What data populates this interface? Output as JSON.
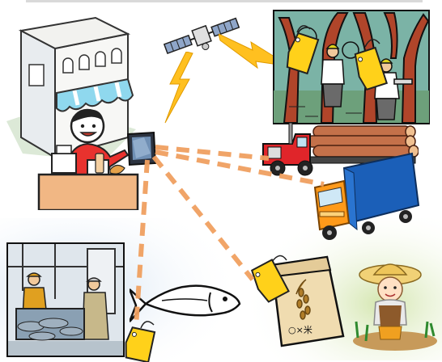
{
  "diagram": {
    "type": "supply-chain-traceability-illustration",
    "hub": "tablet",
    "nodes": [
      {
        "id": "shop",
        "icon": "store-building-icon"
      },
      {
        "id": "satellite",
        "icon": "satellite-icon"
      },
      {
        "id": "forest",
        "icon": "forestry-workers-icon"
      },
      {
        "id": "log-truck",
        "icon": "log-truck-icon"
      },
      {
        "id": "delivery-truck",
        "icon": "delivery-truck-icon"
      },
      {
        "id": "fish-market",
        "icon": "fish-market-icon"
      },
      {
        "id": "fish",
        "icon": "fish-icon"
      },
      {
        "id": "rice-bag",
        "icon": "rice-bag-icon"
      },
      {
        "id": "farmer",
        "icon": "farmer-icon"
      }
    ],
    "tags": [
      "forest-tag-1",
      "forest-tag-2",
      "fish-tag",
      "rice-tag"
    ],
    "rice_bag_label": "○×米",
    "colors": {
      "link": "#f0a060",
      "tag": "#ffd11a",
      "signal": "#ffc020",
      "outline": "#1a1a1a",
      "green_field": "#cfe3a6",
      "blue_field": "#d7e6f4"
    }
  }
}
